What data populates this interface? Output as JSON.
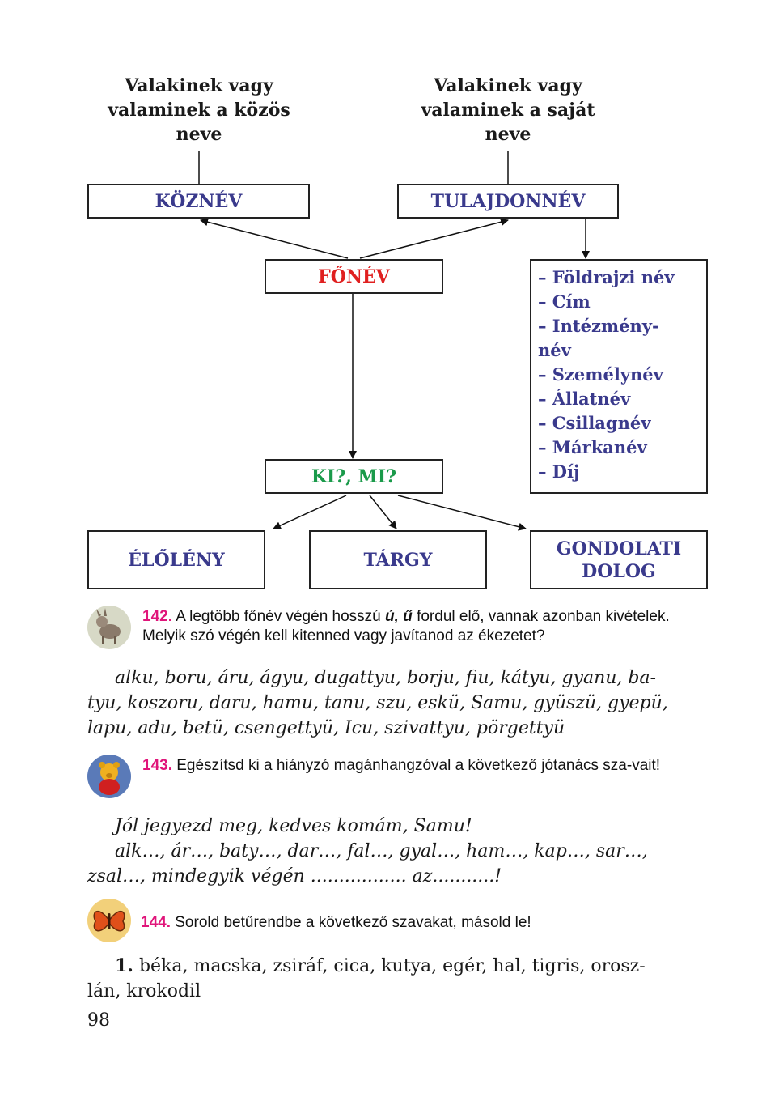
{
  "diagram": {
    "left_heading": [
      "Valakinek vagy",
      "valaminek a közös",
      "neve"
    ],
    "right_heading": [
      "Valakinek vagy",
      "valaminek a saját",
      "neve"
    ],
    "kozNev": "KÖZNÉV",
    "tulajdonnev": "TULAJDONNÉV",
    "fonev": "FŐNÉV",
    "kimi": "KI?, MI?",
    "eloleny": "ÉLŐLÉNY",
    "targy": "TÁRGY",
    "gondolati": [
      "GONDOLATI",
      "DOLOG"
    ],
    "proper_list": [
      "– Földrajzi név",
      "– Cím",
      "– Intézmény-",
      "név",
      "– Személynév",
      "– Állatnév",
      "– Csillagnév",
      "– Márkanév",
      "– Díj"
    ],
    "colors": {
      "blue": "#3a3a8c",
      "red": "#e02020",
      "green": "#1a9a4a"
    }
  },
  "exercises": [
    {
      "number": "142.",
      "prompt_before": " A legtöbb főnév végén hosszú ",
      "prompt_bold": "ú, ű",
      "prompt_after": " fordul elő, vannak azonban kivételek. Melyik szó végén kell kitenned vagy javítanod az ékezetet?",
      "icon": "donkey-icon",
      "body": [
        "alku, boru, áru, ágyu, dugattyu, borju, fiu, kátyu, gyanu, ba-",
        "tyu, koszoru, daru, hamu, tanu, szu, eskü, Samu, gyüszü, gyepü,",
        "lapu, adu, betü, csengettyü, Icu, szivattyu, pörgettyü"
      ]
    },
    {
      "number": "143.",
      "prompt": " Egészítsd ki a hiányzó magánhangzóval a következő jótanács sza-vait!",
      "icon": "bear-icon",
      "body": [
        "Jól jegyezd meg, kedves komám, Samu!",
        "alk…, ár…, baty…, dar…, fal…, gyal…, ham…, kap…, sar…,",
        "zsal…, mindegyik végén ................. az...........!"
      ]
    },
    {
      "number": "144.",
      "prompt": " Sorold betűrendbe a következő szavakat, másold le!",
      "icon": "butterfly-icon",
      "item_number": "1.",
      "body": [
        "béka, macska, zsiráf, cica, kutya, egér, hal, tigris, orosz-",
        "lán, krokodil"
      ]
    }
  ],
  "page_number": "98"
}
